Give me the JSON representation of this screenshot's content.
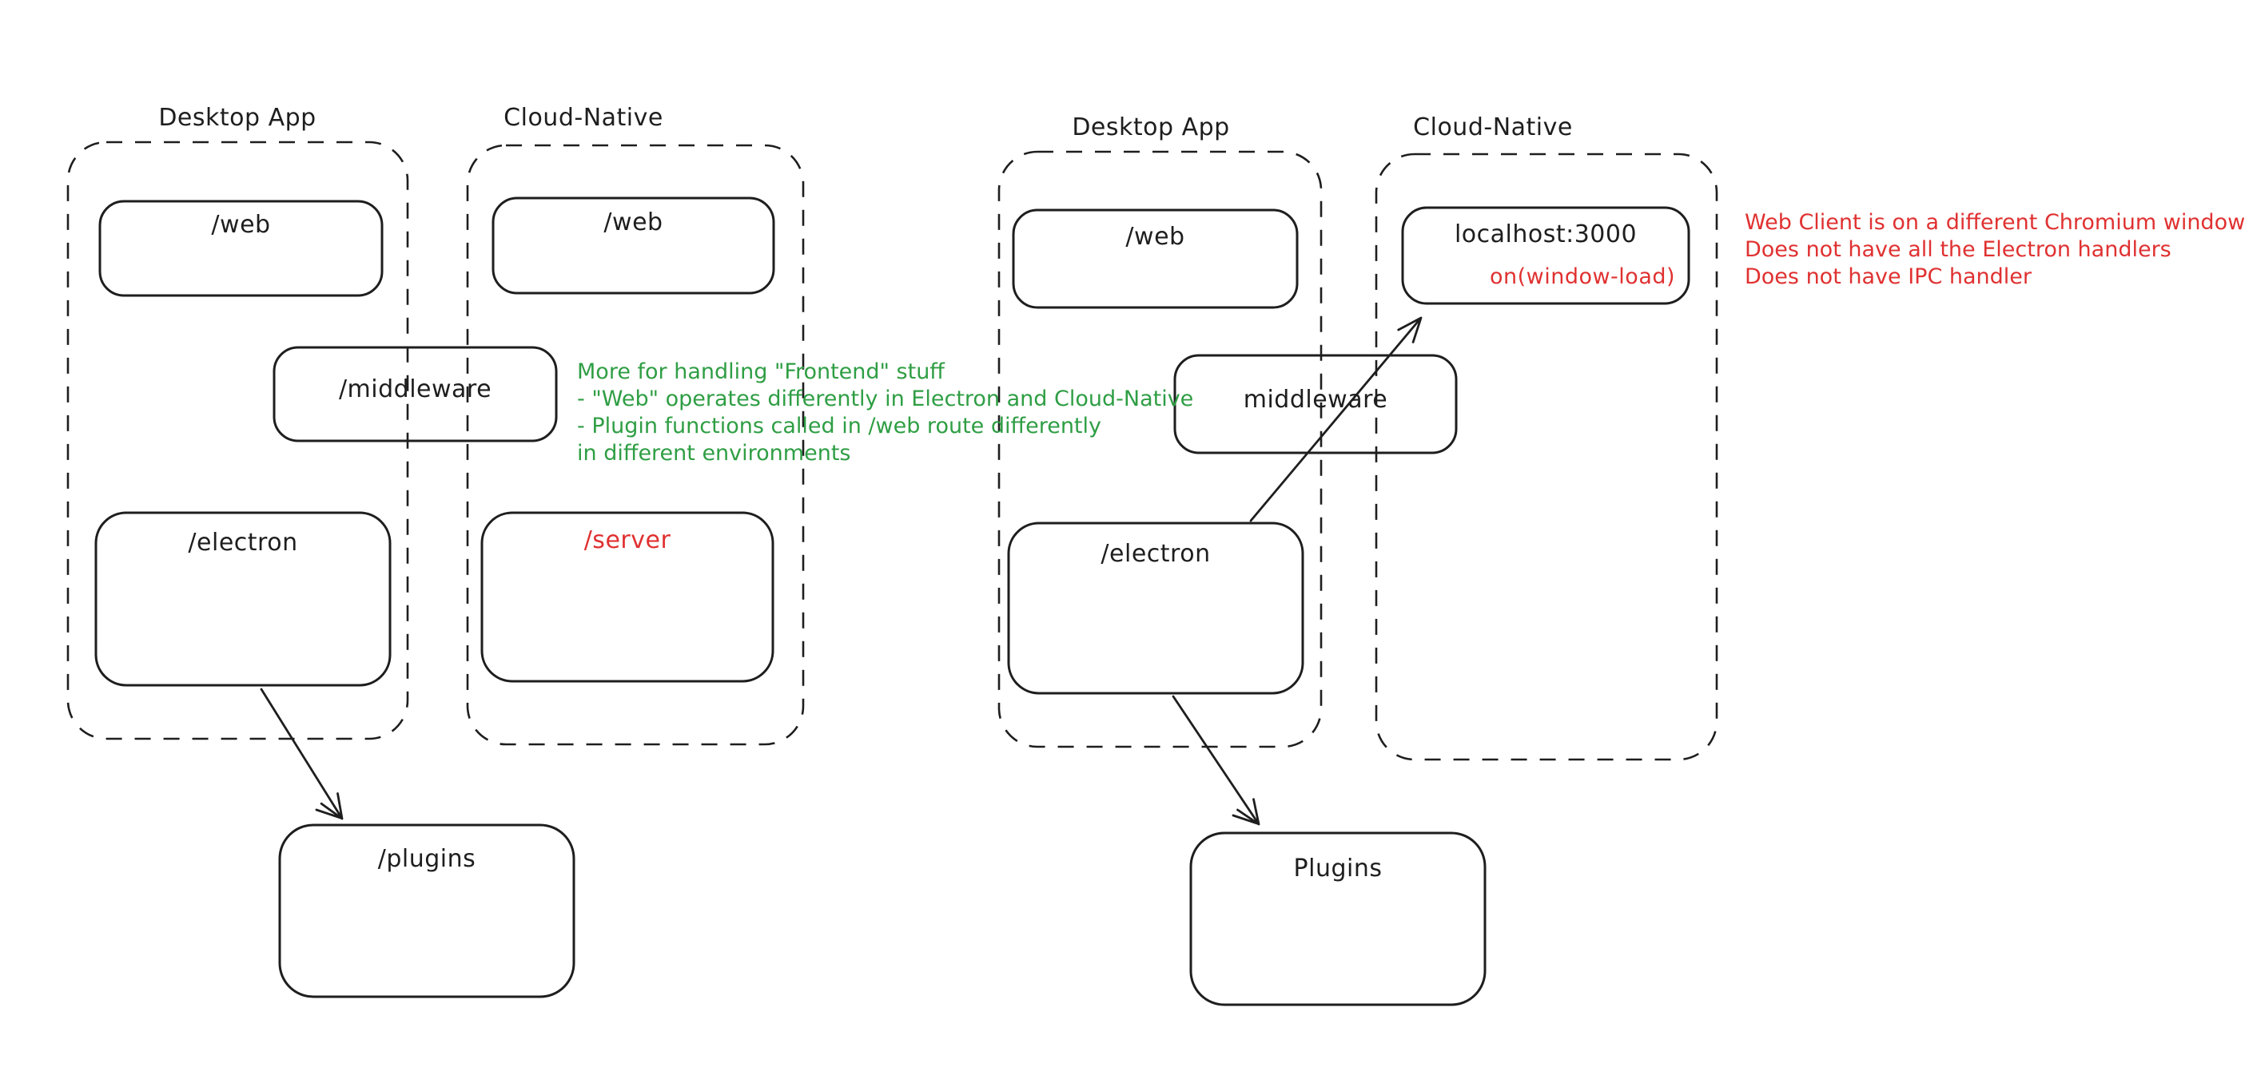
{
  "colors": {
    "stroke": "#1e1e1e",
    "red": "#e03131",
    "green": "#2f9e44",
    "background": "#ffffff"
  },
  "left": {
    "desktop": {
      "title": "Desktop App",
      "web_label": "/web",
      "electron_label": "/electron"
    },
    "cloud": {
      "title": "Cloud-Native",
      "web_label": "/web",
      "server_label": "/server"
    },
    "middleware_label": "/middleware",
    "plugins_label": "/plugins",
    "note": {
      "color": "#2f9e44",
      "lines": [
        "More for handling \"Frontend\" stuff",
        "- \"Web\" operates differently in Electron and Cloud-Native",
        "- Plugin functions called in /web route differently",
        "in different environments"
      ]
    }
  },
  "right": {
    "desktop": {
      "title": "Desktop App",
      "web_label": "/web",
      "electron_label": "/electron"
    },
    "cloud": {
      "title": "Cloud-Native",
      "localhost_label": "localhost:3000",
      "window_load_label": "on(window-load)"
    },
    "middleware_label": "middleware",
    "plugins_label": "Plugins",
    "note": {
      "color": "#e03131",
      "lines": [
        "Web Client is on a different Chromium window",
        "Does not have all the Electron handlers",
        "Does not have IPC handler"
      ]
    }
  }
}
